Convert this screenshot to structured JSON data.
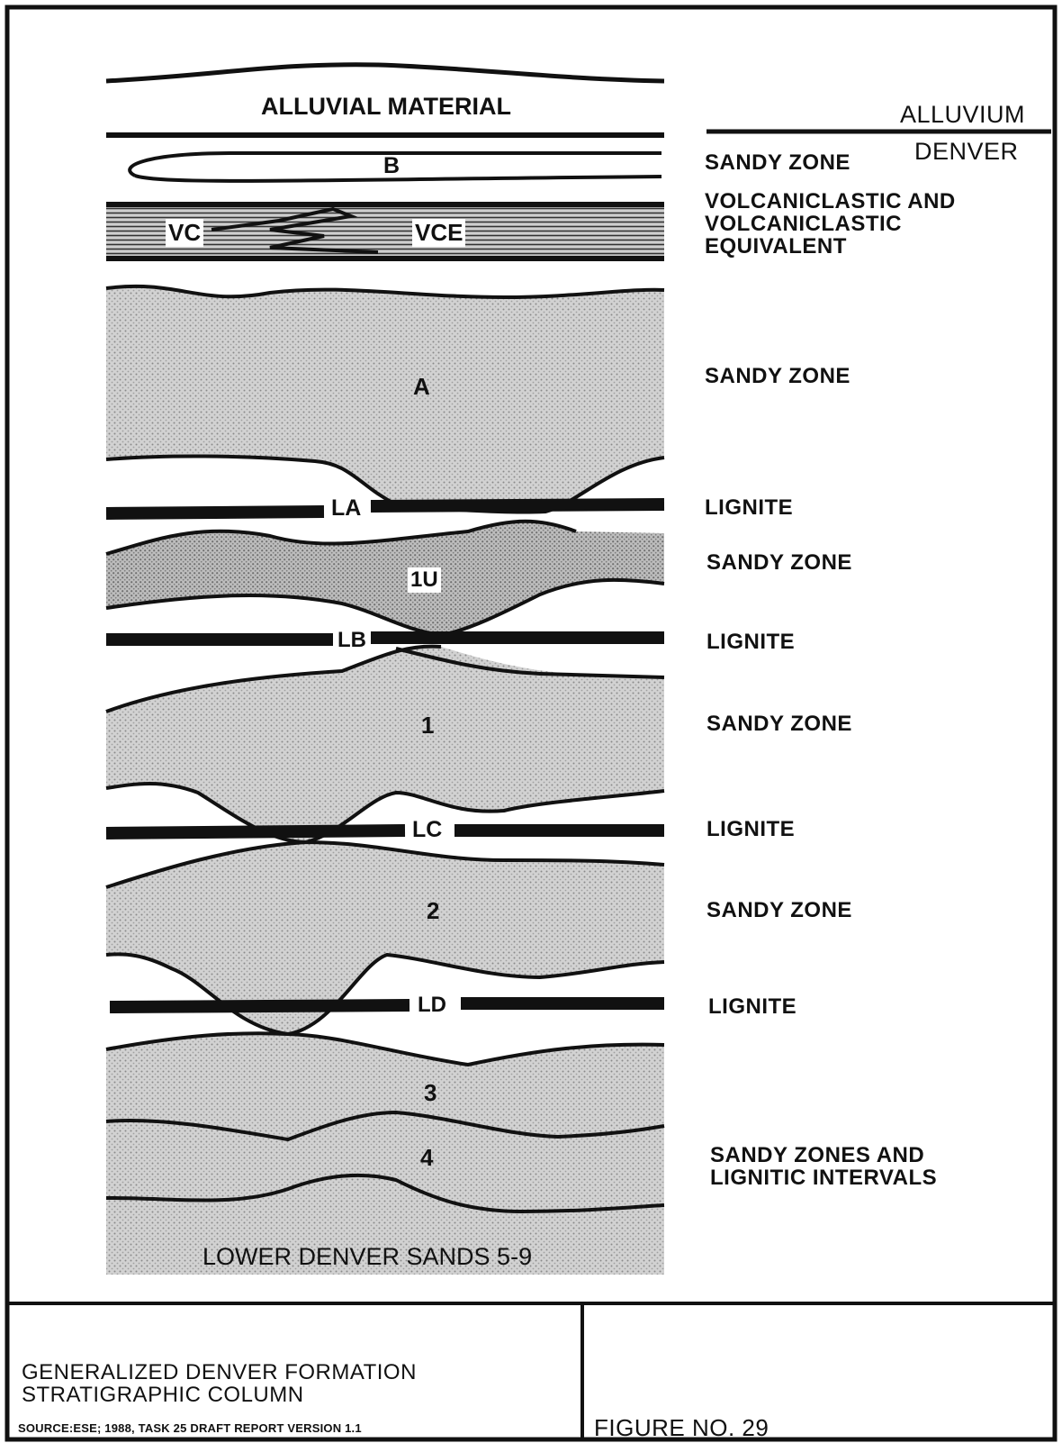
{
  "column": {
    "top_label": "ALLUVIAL MATERIAL",
    "bottom_label": "LOWER DENVER SANDS 5-9",
    "units": {
      "B": "B",
      "VC": "VC",
      "VCE": "VCE",
      "A": "A",
      "LA": "LA",
      "U1": "1U",
      "LB": "LB",
      "S1": "1",
      "LC": "LC",
      "S2": "2",
      "LD": "LD",
      "S3": "3",
      "S4": "4"
    }
  },
  "formations": {
    "alluvium": "ALLUVIUM",
    "denver": "DENVER"
  },
  "descriptions": {
    "b": "SANDY ZONE",
    "volcanic_line1": "VOLCANICLASTIC AND",
    "volcanic_line2": "VOLCANICLASTIC",
    "volcanic_line3": "EQUIVALENT",
    "a": "SANDY ZONE",
    "la": "LIGNITE",
    "u1": "SANDY ZONE",
    "lb": "LIGNITE",
    "s1": "SANDY ZONE",
    "lc": "LIGNITE",
    "s2": "SANDY ZONE",
    "ld": "LIGNITE",
    "s34_line1": "SANDY ZONES  AND",
    "s34_line2": "LIGNITIC INTERVALS"
  },
  "title_block": {
    "title_line1": "GENERALIZED DENVER FORMATION",
    "title_line2": "STRATIGRAPHIC COLUMN",
    "source": "SOURCE:ESE; 1988, TASK 25 DRAFT REPORT VERSION 1.1",
    "figure": "FIGURE NO. 29"
  }
}
